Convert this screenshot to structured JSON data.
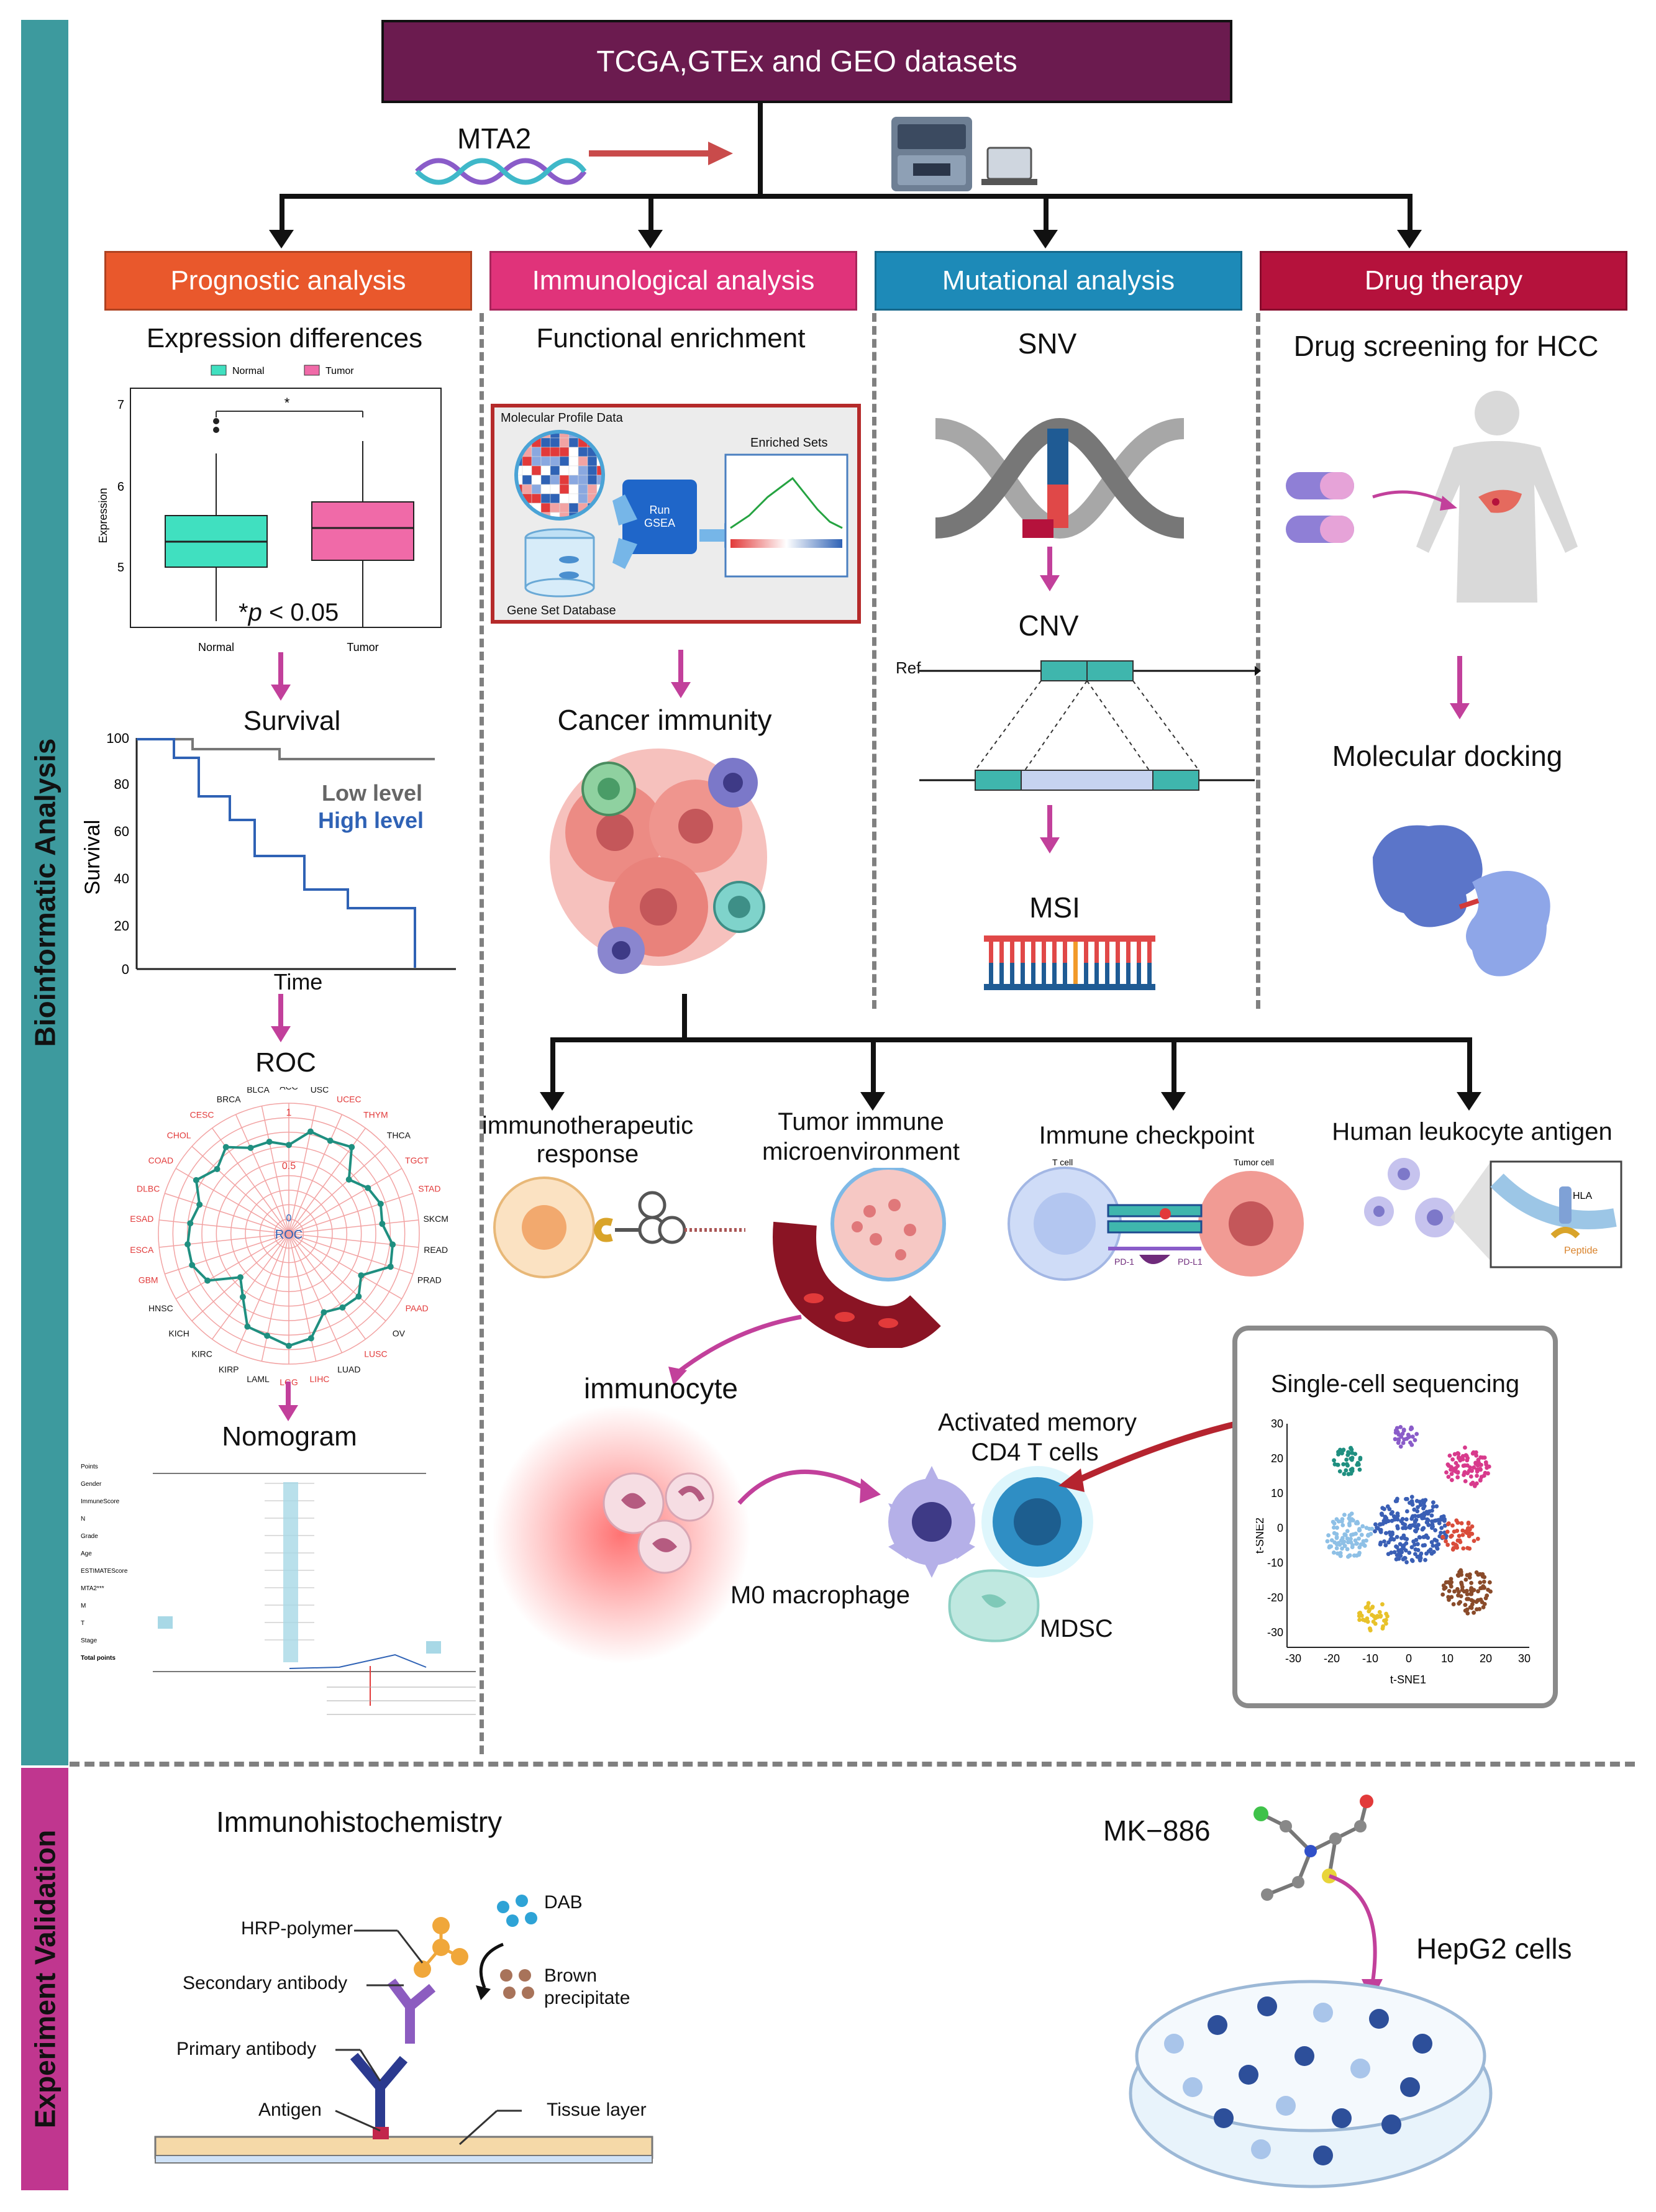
{
  "sidebar": {
    "top": "Bioinformatic Analysis",
    "bottom": "Experiment Validation"
  },
  "colors": {
    "title_bg": "#6b1b4f",
    "sidebar": "#3d9a9e",
    "sidebar_bottom": "#c0368f",
    "prognostic": "#e9582c",
    "immunological": "#e0337a",
    "mutational": "#1d8ab8",
    "drug": "#b5123c"
  },
  "top": {
    "title": "TCGA,GTEx and GEO datasets",
    "gene": "MTA2"
  },
  "headers": {
    "prognostic": "Prognostic analysis",
    "immunological": "Immunological analysis",
    "mutational": "Mutational analysis",
    "drug": "Drug therapy"
  },
  "prognostic": {
    "expression_title": "Expression differences",
    "legend": [
      "Normal",
      "Tumor"
    ],
    "box_ylabel": "Expression",
    "box_yticks": [
      "7",
      "6",
      "5"
    ],
    "box_categories": [
      "Normal",
      "Tumor"
    ],
    "box_sig": "*",
    "pvalue_prefix": "*",
    "pvalue_p": "p",
    "pvalue_rest": " < 0.05",
    "survival_title": "Survival",
    "surv_ylabel": "Survival",
    "surv_xlabel": "Time",
    "surv_yticks": [
      "100",
      "80",
      "60",
      "40",
      "20",
      "0"
    ],
    "low_label": "Low level",
    "high_label": "High level",
    "roc_title": "ROC",
    "roc_center": "ROC",
    "roc_tick_1": "1",
    "roc_tick_05": "0.5",
    "roc_tick_0": "0",
    "roc_labels": [
      {
        "t": "ACC",
        "c": "#111"
      },
      {
        "t": "USC",
        "c": "#111"
      },
      {
        "t": "UCEC",
        "c": "#e23a3a"
      },
      {
        "t": "THYM",
        "c": "#e23a3a"
      },
      {
        "t": "THCA",
        "c": "#111"
      },
      {
        "t": "TGCT",
        "c": "#e23a3a"
      },
      {
        "t": "STAD",
        "c": "#e23a3a"
      },
      {
        "t": "SKCM",
        "c": "#111"
      },
      {
        "t": "READ",
        "c": "#111"
      },
      {
        "t": "PRAD",
        "c": "#111"
      },
      {
        "t": "PAAD",
        "c": "#e23a3a"
      },
      {
        "t": "OV",
        "c": "#111"
      },
      {
        "t": "LUSC",
        "c": "#e23a3a"
      },
      {
        "t": "LUAD",
        "c": "#111"
      },
      {
        "t": "LIHC",
        "c": "#e23a3a"
      },
      {
        "t": "LGG",
        "c": "#e23a3a"
      },
      {
        "t": "LAML",
        "c": "#111"
      },
      {
        "t": "KIRP",
        "c": "#111"
      },
      {
        "t": "KIRC",
        "c": "#111"
      },
      {
        "t": "KICH",
        "c": "#111"
      },
      {
        "t": "HNSC",
        "c": "#111"
      },
      {
        "t": "GBM",
        "c": "#e23a3a"
      },
      {
        "t": "ESCA",
        "c": "#e23a3a"
      },
      {
        "t": "ESAD",
        "c": "#e23a3a"
      },
      {
        "t": "DLBC",
        "c": "#e23a3a"
      },
      {
        "t": "COAD",
        "c": "#e23a3a"
      },
      {
        "t": "CHOL",
        "c": "#e23a3a"
      },
      {
        "t": "CESC",
        "c": "#e23a3a"
      },
      {
        "t": "BRCA",
        "c": "#111"
      },
      {
        "t": "BLCA",
        "c": "#111"
      }
    ],
    "roc_values": [
      0.68,
      0.8,
      0.78,
      0.82,
      0.62,
      0.7,
      0.74,
      0.72,
      0.8,
      0.82,
      0.64,
      0.72,
      0.7,
      0.66,
      0.82,
      0.86,
      0.8,
      0.78,
      0.6,
      0.5,
      0.72,
      0.78,
      0.78,
      0.76,
      0.72,
      0.82,
      0.74,
      0.82,
      0.72,
      0.72
    ],
    "nomogram_title": "Nomogram",
    "nomogram_rows": [
      "Points",
      "Gender",
      "ImmuneScore",
      "N",
      "Grade",
      "Age",
      "ESTIMATEScore",
      "MTA2***",
      "M",
      "T",
      "Stage",
      "Total points"
    ]
  },
  "immunological": {
    "functional_title": "Functional enrichment",
    "gsea_mol": "Molecular Profile Data",
    "gsea_enriched": "Enriched Sets",
    "gsea_run": "Run",
    "gsea_run2": "GSEA",
    "gsea_db": "Gene Set Database",
    "cancer_immunity": "Cancer immunity"
  },
  "mutational": {
    "snv": "SNV",
    "cnv": "CNV",
    "cnv_ref": "Ref",
    "msi": "MSI"
  },
  "drug": {
    "screening": "Drug screening for HCC",
    "docking": "Molecular docking"
  },
  "immune_sub": {
    "response_line1": "immunotherapeutic",
    "response_line2": "response",
    "tme_line1": "Tumor immune",
    "tme_line2": "microenvironment",
    "checkpoint": "Immune checkpoint",
    "t_cell": "T cell",
    "tumor_cell": "Tumor cell",
    "pd1": "PD-1",
    "pdl1": "PD-L1",
    "hla_title": "Human leukocyte antigen",
    "hla": "HLA",
    "peptide": "Peptide",
    "immunocyte": "immunocyte",
    "activated_line1": "Activated memory",
    "activated_line2": "CD4 T cells",
    "m0": "M0 macrophage",
    "mdsc": "MDSC",
    "sc_title": "Single-cell sequencing",
    "sc_xlabel": "t-SNE1",
    "sc_ylabel": "t-SNE2",
    "sc_xticks": [
      "-30",
      "-20",
      "-10",
      "0",
      "10",
      "20",
      "30"
    ],
    "sc_yticks": [
      "30",
      "20",
      "10",
      "0",
      "-10",
      "-20",
      "-30"
    ]
  },
  "experiment": {
    "ihc_title": "Immunohistochemistry",
    "hrp": "HRP-polymer",
    "dab": "DAB",
    "brown_line1": "Brown",
    "brown_line2": "precipitate",
    "secondary": "Secondary antibody",
    "primary": "Primary antibody",
    "antigen": "Antigen",
    "tissue": "Tissue layer",
    "drug": "MK−886",
    "cells": "HepG2 cells"
  }
}
